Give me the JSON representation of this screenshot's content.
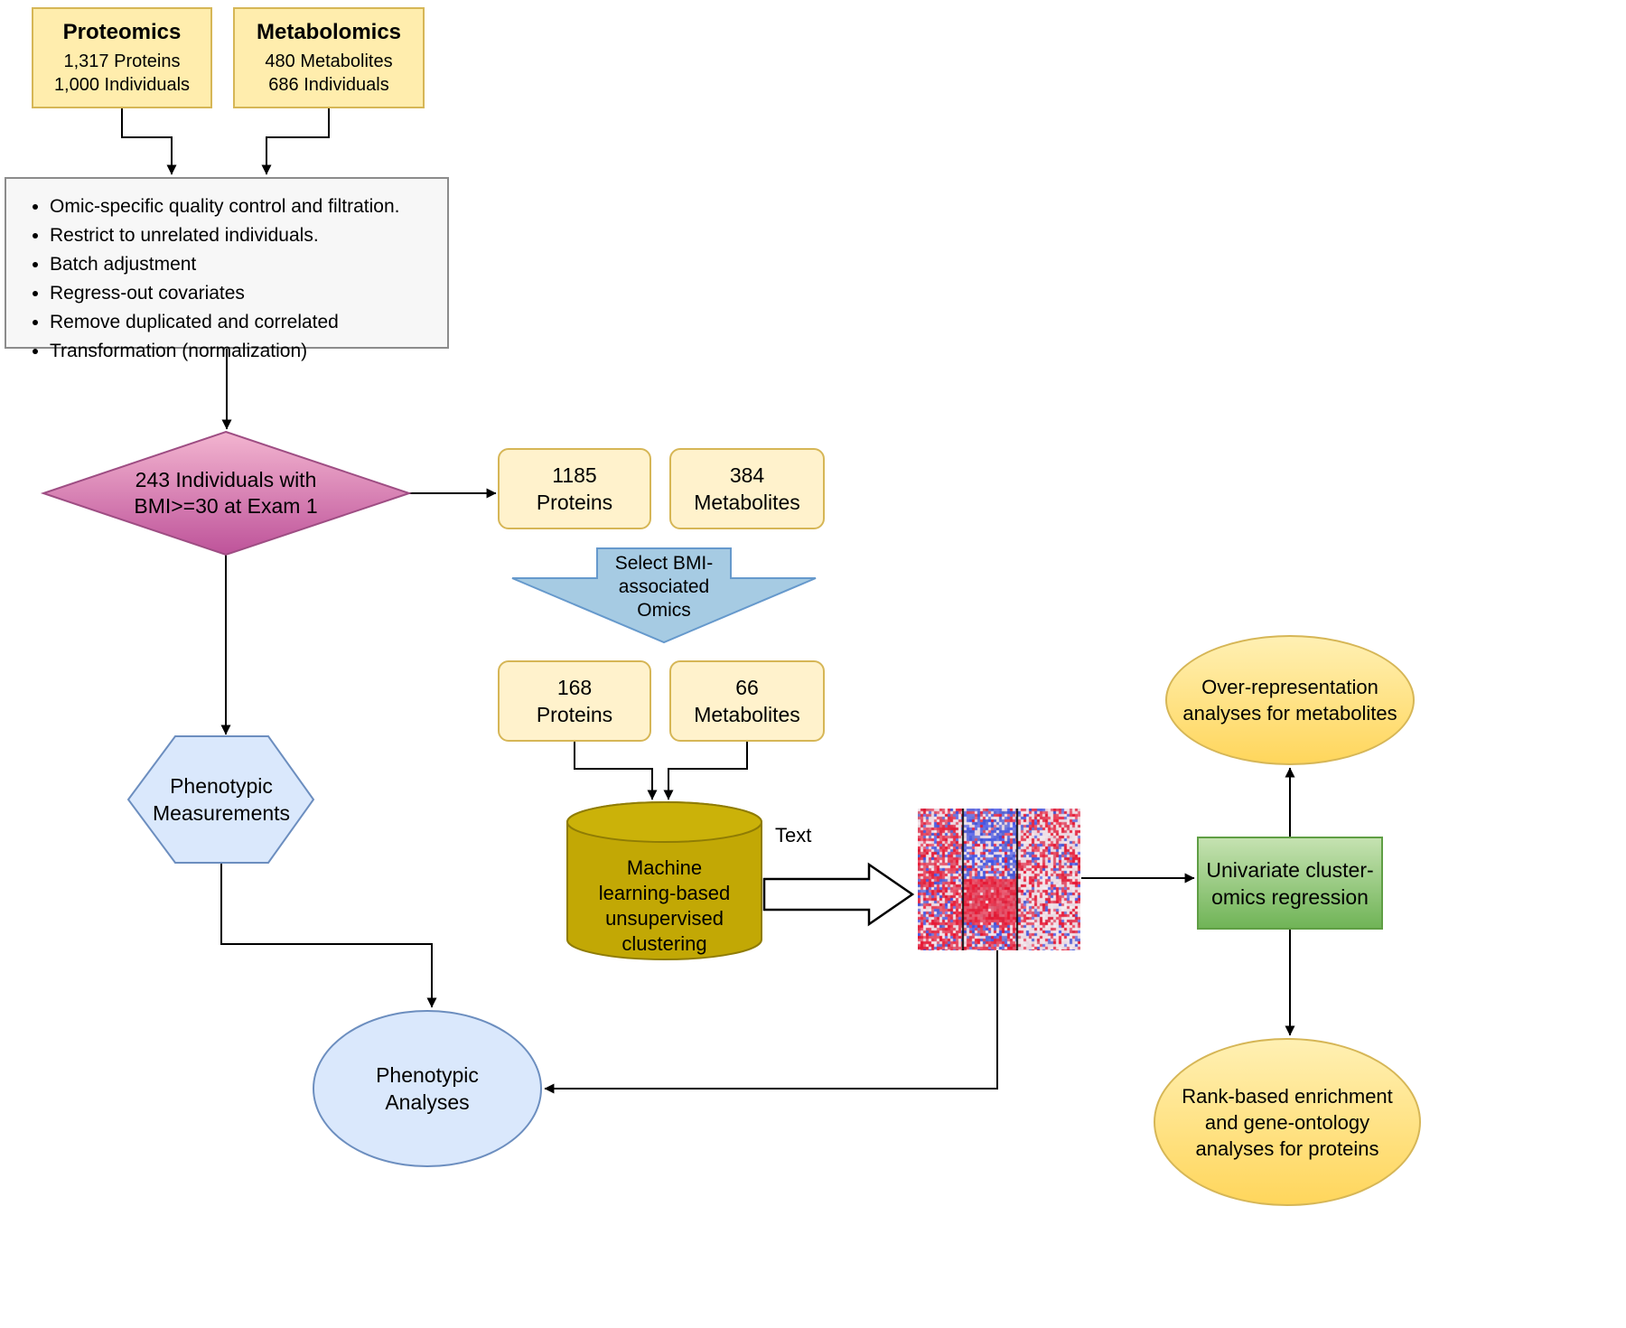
{
  "colors": {
    "box_yellow_fill": "#FFEDAD",
    "rounded_yellow_fill": "#FFF2CC",
    "yellow_border": "#D6B656",
    "gray_fill": "#F7F7F7",
    "gray_border": "#8C8C8C",
    "diamond_fill_top": "#F3B5D0",
    "diamond_fill_bottom": "#BE539A",
    "diamond_border": "#9E4D83",
    "blue_fill": "#DAE8FC",
    "blue_border": "#6C8EBF",
    "select_arrow_fill": "#A6CBE3",
    "select_arrow_border": "#6699CC",
    "cylinder_fill": "#C2A805",
    "cylinder_lid": "#CBB209",
    "cylinder_border": "#8F7C04",
    "green_fill_top": "#C5E2B1",
    "green_fill_bottom": "#70B457",
    "green_border": "#5F9E44",
    "ellipse_fill_top": "#FFF0B3",
    "ellipse_fill_bottom": "#FFD65C",
    "arrow_color": "#000000"
  },
  "nodes": {
    "proteomics": {
      "title": "Proteomics",
      "lines": [
        "1,317 Proteins",
        "1,000 Individuals"
      ]
    },
    "metabolomics": {
      "title": "Metabolomics",
      "lines": [
        "480 Metabolites",
        "686 Individuals"
      ]
    },
    "qc": {
      "items": [
        "Omic-specific quality control and filtration.",
        "Restrict to unrelated individuals.",
        "Batch adjustment",
        "Regress-out covariates",
        "Remove duplicated and correlated",
        "Transformation (normalization)"
      ]
    },
    "bmi_filter": {
      "lines": [
        "243 Individuals with",
        "BMI>=30 at Exam 1"
      ]
    },
    "proteins_qc": {
      "lines": [
        "1185",
        "Proteins"
      ]
    },
    "metabolites_qc": {
      "lines": [
        "384",
        "Metabolites"
      ]
    },
    "select_omics": {
      "lines": [
        "Select BMI-",
        "associated",
        "Omics"
      ]
    },
    "proteins_bmi": {
      "lines": [
        "168",
        "Proteins"
      ]
    },
    "metabolites_bmi": {
      "lines": [
        "66",
        "Metabolites"
      ]
    },
    "phenotypic_measurements": {
      "lines": [
        "Phenotypic",
        "Measurements"
      ]
    },
    "clustering": {
      "lines": [
        "Machine",
        "learning-based",
        "unsupervised",
        "clustering"
      ]
    },
    "flow_label": "Text",
    "regression": {
      "lines": [
        "Univariate cluster-",
        "omics regression"
      ]
    },
    "ora_metabolites": {
      "lines": [
        "Over-representation",
        "analyses for metabolites"
      ]
    },
    "enrichment_proteins": {
      "lines": [
        "Rank-based enrichment",
        "and gene-ontology",
        "analyses for proteins"
      ]
    },
    "phenotypic_analyses": {
      "lines": [
        "Phenotypic",
        "Analyses"
      ]
    }
  }
}
